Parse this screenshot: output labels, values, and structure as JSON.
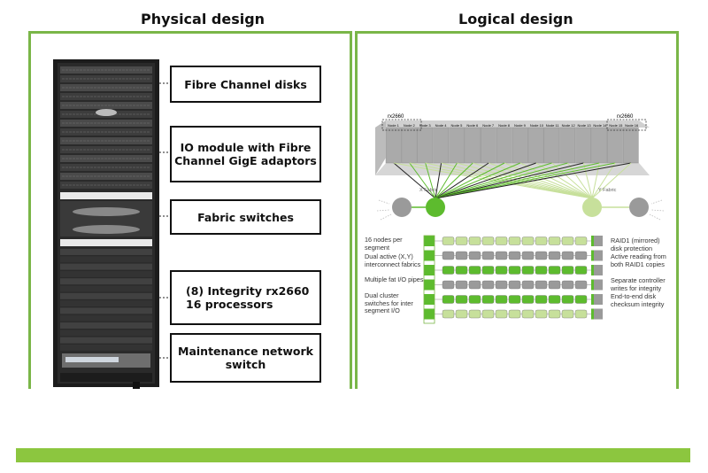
{
  "physical": {
    "title": "Physical design",
    "labels": [
      "Fibre Channel disks",
      "IO module with Fibre Channel GigE adaptors",
      "Fabric switches",
      "(8) Integrity rx2660\n16 processors",
      "Maintenance network switch"
    ]
  },
  "logical": {
    "title": "Logical design",
    "server_groups": [
      "rx2660",
      "rx2660"
    ],
    "node_label": "Node",
    "fabrics": [
      "X Fabric",
      "Y Fabric"
    ],
    "left_notes": [
      "16 nodes per segment",
      "Dual active (X,Y) interconnect fabrics",
      "Multiple fat I/O pipes",
      "Dual cluster switches for inter segment I/O"
    ],
    "right_notes": [
      "RAID1 (mirrored) disk protection",
      "Active reading from both RAID1 copies",
      "Separate controller writes for integrity",
      "End-to-end disk checksum integrity"
    ]
  },
  "colors": {
    "accent_green": "#7ab648",
    "bright_green": "#5dbb2e",
    "light_green": "#c7e09b",
    "gray": "#9a9a9a"
  }
}
